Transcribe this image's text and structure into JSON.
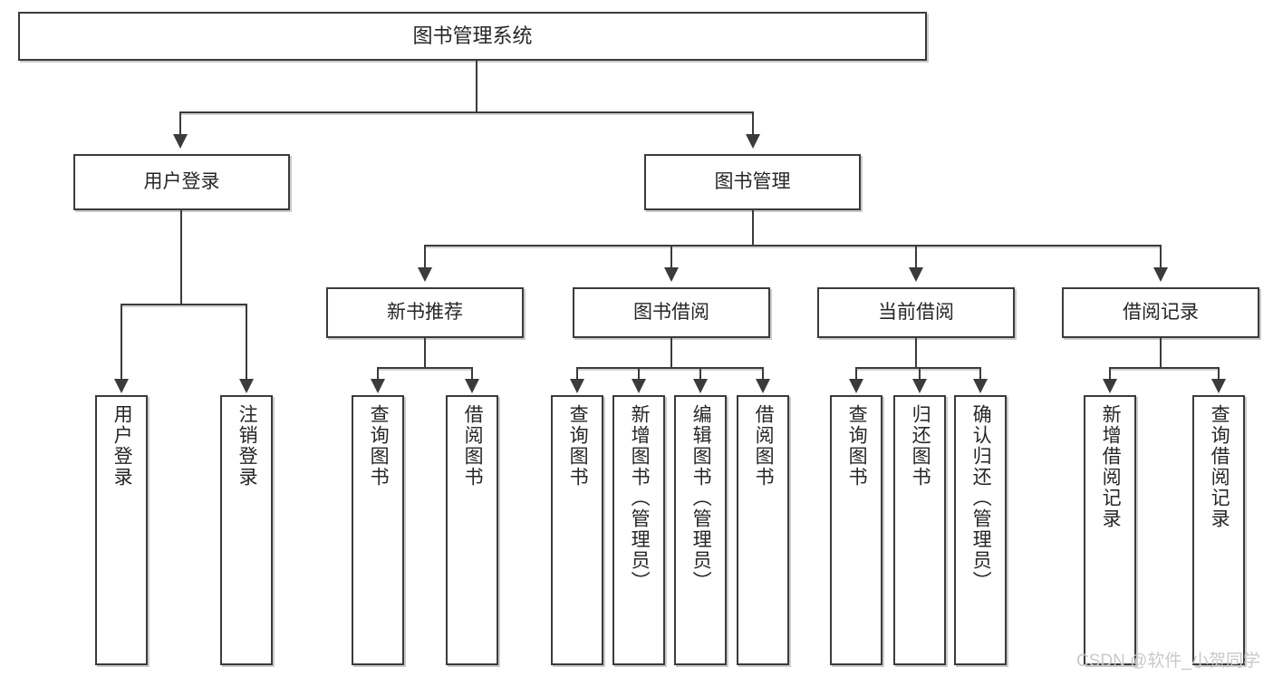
{
  "diagram": {
    "type": "tree-hierarchy-chart",
    "title": "图书管理系统",
    "root": {
      "label": "图书管理系统"
    },
    "level1": [
      {
        "label": "用户登录"
      },
      {
        "label": "图书管理"
      }
    ],
    "level2": [
      {
        "label": "新书推荐"
      },
      {
        "label": "图书借阅"
      },
      {
        "label": "当前借阅"
      },
      {
        "label": "借阅记录"
      }
    ],
    "leaves": {
      "user_login": [
        {
          "label": "用户登录"
        },
        {
          "label": "注销登录"
        }
      ],
      "new_book_recommend": [
        {
          "label": "查询图书"
        },
        {
          "label": "借阅图书"
        }
      ],
      "book_borrow": [
        {
          "label": "查询图书"
        },
        {
          "label": "新增图书（管理员）"
        },
        {
          "label": "编辑图书（管理员）"
        },
        {
          "label": "借阅图书"
        }
      ],
      "current_borrow": [
        {
          "label": "查询图书"
        },
        {
          "label": "归还图书"
        },
        {
          "label": "确认归还（管理员）"
        }
      ],
      "borrow_record": [
        {
          "label": "新增借阅记录"
        },
        {
          "label": "查询借阅记录"
        }
      ]
    }
  },
  "watermark": {
    "text": "CSDN @软件_小贺同学"
  },
  "colors": {
    "stroke": "#3b3b3b",
    "background": "#ffffff",
    "text": "#262626",
    "watermark": "#c9c9c9"
  }
}
